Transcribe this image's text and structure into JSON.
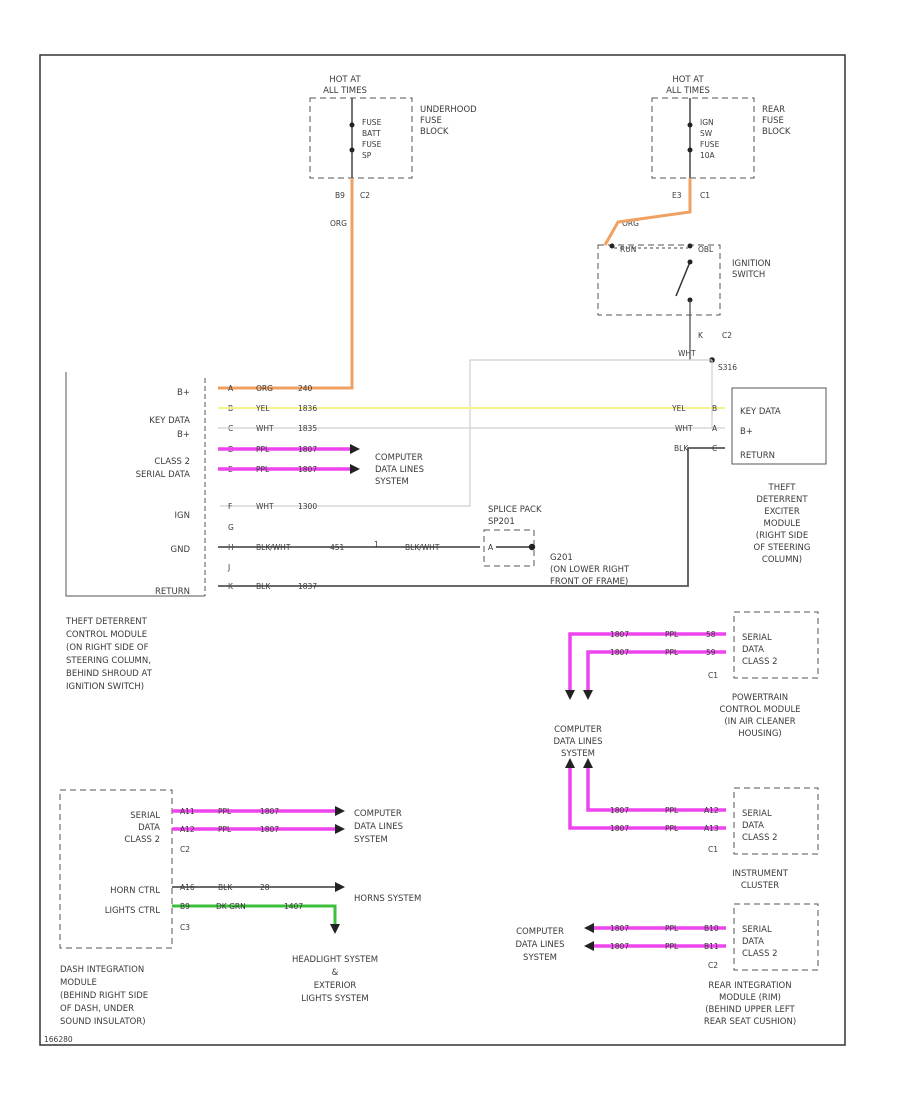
{
  "underhood_fuse": {
    "hot_at": [
      "HOT AT",
      "ALL TIMES"
    ],
    "fuse": [
      "FUSE",
      "BATT",
      "FUSE",
      "SP"
    ],
    "block": [
      "UNDERHOOD",
      "FUSE",
      "BLOCK"
    ],
    "pin": "B9",
    "conn": "C2",
    "wire": "ORG"
  },
  "rear_fuse": {
    "hot_at": [
      "HOT AT",
      "ALL TIMES"
    ],
    "fuse": [
      "IGN",
      "SW",
      "FUSE",
      "10A"
    ],
    "block": [
      "REAR",
      "FUSE",
      "BLOCK"
    ],
    "pin": "E3",
    "conn": "C1",
    "wire": "ORG"
  },
  "ignition_switch": {
    "name": [
      "IGNITION",
      "SWITCH"
    ],
    "pos_left": "RUN",
    "pos_right": "OBL",
    "pin": "K",
    "conn": "C2",
    "splice_wire": "WHT",
    "splice": "S316"
  },
  "tdcm": {
    "name": [
      "THEFT DETERRENT",
      "CONTROL MODULE",
      "(ON RIGHT SIDE OF",
      "STEERING COLUMN,",
      "BEHIND SHROUD AT",
      "IGNITION SWITCH)"
    ],
    "rows": [
      {
        "label": "B+",
        "pin": "A",
        "wire": "ORG",
        "circuit": "240"
      },
      {
        "label": "KEY DATA",
        "pin": "B",
        "wire": "YEL",
        "circuit": "1836"
      },
      {
        "label": "B+",
        "pin": "C",
        "wire": "WHT",
        "circuit": "1835"
      },
      {
        "label": "CLASS 2",
        "pin": "D",
        "wire": "PPL",
        "circuit": "1807"
      },
      {
        "label": "SERIAL DATA",
        "pin": "E",
        "wire": "PPL",
        "circuit": "1807"
      },
      {
        "label": "IGN",
        "pin": "F",
        "wire": "WHT",
        "circuit": "1300"
      },
      {
        "label": "",
        "pin": "G",
        "wire": "",
        "circuit": ""
      },
      {
        "label": "GND",
        "pin": "H",
        "wire": "BLK/WHT",
        "circuit": "451"
      },
      {
        "label": "",
        "pin": "J",
        "wire": "",
        "circuit": ""
      },
      {
        "label": "RETURN",
        "pin": "K",
        "wire": "BLK",
        "circuit": "1837"
      }
    ],
    "ground_mid": "BLK/WHT",
    "ground_code": "1"
  },
  "computer_data_lines_1": [
    "COMPUTER",
    "DATA LINES",
    "SYSTEM"
  ],
  "splice_pack": {
    "name": [
      "SPLICE PACK",
      "SP201"
    ],
    "pin": "A",
    "ground": [
      "G201",
      "(ON LOWER RIGHT",
      "FRONT OF FRAME)"
    ]
  },
  "tdes": {
    "labels": [
      "KEY DATA",
      "B+",
      "RETURN"
    ],
    "wires": [
      {
        "wire": "YEL",
        "pin": "B"
      },
      {
        "wire": "WHT",
        "pin": "A"
      },
      {
        "wire": "BLK",
        "pin": "C"
      }
    ],
    "name": [
      "THEFT",
      "DETERRENT",
      "EXCITER",
      "MODULE",
      "(RIGHT SIDE",
      "OF STEERING",
      "COLUMN)"
    ]
  },
  "pcm": {
    "labels": [
      "SERIAL",
      "DATA",
      "CLASS 2"
    ],
    "wires": [
      {
        "circuit": "1807",
        "wire": "PPL",
        "pin": "58"
      },
      {
        "circuit": "1807",
        "wire": "PPL",
        "pin": "59"
      }
    ],
    "conn": "C1",
    "name": [
      "POWERTRAIN",
      "CONTROL MODULE",
      "(IN AIR CLEANER",
      "HOUSING)"
    ]
  },
  "computer_data_lines_2": [
    "COMPUTER",
    "DATA LINES",
    "SYSTEM"
  ],
  "ipc": {
    "labels": [
      "SERIAL",
      "DATA",
      "CLASS 2"
    ],
    "wires": [
      {
        "circuit": "1807",
        "wire": "PPL",
        "pin": "A12"
      },
      {
        "circuit": "1807",
        "wire": "PPL",
        "pin": "A13"
      }
    ],
    "conn": "C1",
    "name": [
      "INSTRUMENT",
      "CLUSTER"
    ]
  },
  "dim": {
    "labels_top": [
      "SERIAL",
      "DATA",
      "CLASS 2"
    ],
    "conn_top": "C2",
    "wires_top": [
      {
        "pin": "A11",
        "wire": "PPL",
        "circuit": "1807"
      },
      {
        "pin": "A12",
        "wire": "PPL",
        "circuit": "1807"
      }
    ],
    "labels_bottom": [
      "HORN CTRL",
      "LIGHTS CTRL"
    ],
    "conn_bottom": "C3",
    "wires_bottom": [
      {
        "pin": "A16",
        "wire": "BLK",
        "circuit": "28"
      },
      {
        "pin": "B9",
        "wire": "DK GRN",
        "circuit": "1407"
      }
    ],
    "name": [
      "DASH INTEGRATION",
      "MODULE",
      "(BEHIND RIGHT SIDE",
      "OF DASH, UNDER",
      "SOUND INSULATOR)"
    ],
    "footer_code": "166280"
  },
  "dim_targets": {
    "cdl": [
      "COMPUTER",
      "DATA LINES",
      "SYSTEM"
    ],
    "horn": "HORNS SYSTEM",
    "headlight": [
      "HEADLIGHT SYSTEM",
      "&",
      "EXTERIOR",
      "LIGHTS SYSTEM"
    ]
  },
  "rim": {
    "cdl": [
      "COMPUTER",
      "DATA LINES",
      "SYSTEM"
    ],
    "labels": [
      "SERIAL",
      "DATA",
      "CLASS 2"
    ],
    "wires": [
      {
        "circuit": "1807",
        "wire": "PPL",
        "pin": "B10"
      },
      {
        "circuit": "1807",
        "wire": "PPL",
        "pin": "B11"
      }
    ],
    "conn": "C2",
    "name": [
      "REAR INTEGRATION",
      "MODULE (RIM)",
      "(BEHIND UPPER LEFT",
      "REAR SEAT CUSHION)"
    ]
  },
  "colors": {
    "orange": "#f0a060",
    "yellow": "#f4f48c",
    "purple": "#ee44ee",
    "green": "#3cbf3c",
    "gray": "#cfcfcf"
  }
}
